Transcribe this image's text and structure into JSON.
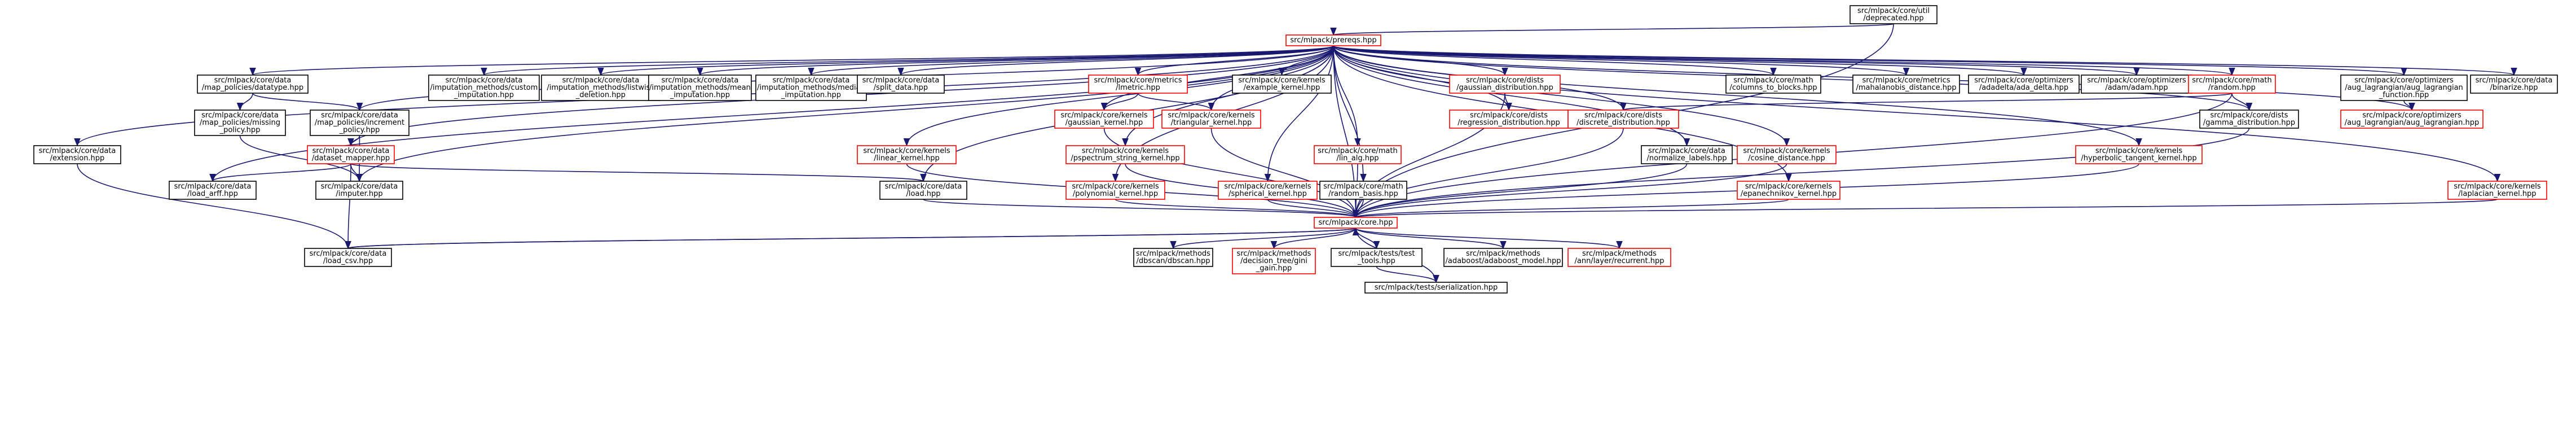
{
  "colors": {
    "black_border": "#000000",
    "red_border": "#ff0000",
    "edge_dark": "#191970",
    "root_fill": "#bfbfbf",
    "node_fill": "#ffffff"
  },
  "graph": {
    "nodes": [
      {
        "id": "deprecated",
        "lines": [
          "src/mlpack/core/util",
          "/deprecated.hpp"
        ],
        "border": "black",
        "root": true
      },
      {
        "id": "prereqs",
        "lines": [
          "src/mlpack/prereqs.hpp"
        ],
        "border": "red"
      },
      {
        "id": "extension",
        "lines": [
          "src/mlpack/core/data",
          "/extension.hpp"
        ],
        "border": "black"
      },
      {
        "id": "datatype",
        "lines": [
          "src/mlpack/core/data",
          "/map_policies/datatype.hpp"
        ],
        "border": "black"
      },
      {
        "id": "missing_policy",
        "lines": [
          "src/mlpack/core/data",
          "/map_policies/missing",
          "_policy.hpp"
        ],
        "border": "black"
      },
      {
        "id": "increment_policy",
        "lines": [
          "src/mlpack/core/data",
          "/map_policies/increment",
          "_policy.hpp"
        ],
        "border": "black"
      },
      {
        "id": "dataset_mapper",
        "lines": [
          "src/mlpack/core/data",
          "/dataset_mapper.hpp"
        ],
        "border": "red"
      },
      {
        "id": "load_arff",
        "lines": [
          "src/mlpack/core/data",
          "/load_arff.hpp"
        ],
        "border": "black"
      },
      {
        "id": "imputer",
        "lines": [
          "src/mlpack/core/data",
          "/imputer.hpp"
        ],
        "border": "black"
      },
      {
        "id": "custom_imp",
        "lines": [
          "src/mlpack/core/data",
          "/imputation_methods/custom",
          "_imputation.hpp"
        ],
        "border": "black"
      },
      {
        "id": "listwise",
        "lines": [
          "src/mlpack/core/data",
          "/imputation_methods/listwise",
          "_deletion.hpp"
        ],
        "border": "black"
      },
      {
        "id": "mean_imp",
        "lines": [
          "src/mlpack/core/data",
          "/imputation_methods/mean",
          "_imputation.hpp"
        ],
        "border": "black"
      },
      {
        "id": "median_imp",
        "lines": [
          "src/mlpack/core/data",
          "/imputation_methods/median",
          "_imputation.hpp"
        ],
        "border": "black"
      },
      {
        "id": "split_data",
        "lines": [
          "src/mlpack/core/data",
          "/split_data.hpp"
        ],
        "border": "black"
      },
      {
        "id": "load",
        "lines": [
          "src/mlpack/core/data",
          "/load.hpp"
        ],
        "border": "black"
      },
      {
        "id": "linear_kernel",
        "lines": [
          "src/mlpack/core/kernels",
          "/linear_kernel.hpp"
        ],
        "border": "red"
      },
      {
        "id": "lmetric",
        "lines": [
          "src/mlpack/core/metrics",
          "/lmetric.hpp"
        ],
        "border": "red"
      },
      {
        "id": "gaussian_kernel",
        "lines": [
          "src/mlpack/core/kernels",
          "/gaussian_kernel.hpp"
        ],
        "border": "red"
      },
      {
        "id": "triangular_kernel",
        "lines": [
          "src/mlpack/core/kernels",
          "/triangular_kernel.hpp"
        ],
        "border": "red"
      },
      {
        "id": "pspectrum",
        "lines": [
          "src/mlpack/core/kernels",
          "/pspectrum_string_kernel.hpp"
        ],
        "border": "red"
      },
      {
        "id": "polynomial",
        "lines": [
          "src/mlpack/core/kernels",
          "/polynomial_kernel.hpp"
        ],
        "border": "red"
      },
      {
        "id": "example_kernel",
        "lines": [
          "src/mlpack/core/kernels",
          "/example_kernel.hpp"
        ],
        "border": "black"
      },
      {
        "id": "spherical",
        "lines": [
          "src/mlpack/core/kernels",
          "/spherical_kernel.hpp"
        ],
        "border": "red"
      },
      {
        "id": "lin_alg",
        "lines": [
          "src/mlpack/core/math",
          "/lin_alg.hpp"
        ],
        "border": "red"
      },
      {
        "id": "random_basis",
        "lines": [
          "src/mlpack/core/math",
          "/random_basis.hpp"
        ],
        "border": "black"
      },
      {
        "id": "gaussian_dist",
        "lines": [
          "src/mlpack/core/dists",
          "/gaussian_distribution.hpp"
        ],
        "border": "red"
      },
      {
        "id": "regression_dist",
        "lines": [
          "src/mlpack/core/dists",
          "/regression_distribution.hpp"
        ],
        "border": "red"
      },
      {
        "id": "discrete_dist",
        "lines": [
          "src/mlpack/core/dists",
          "/discrete_distribution.hpp"
        ],
        "border": "red"
      },
      {
        "id": "normalize_labels",
        "lines": [
          "src/mlpack/core/data",
          "/normalize_labels.hpp"
        ],
        "border": "black"
      },
      {
        "id": "columns_to_blocks",
        "lines": [
          "src/mlpack/core/math",
          "/columns_to_blocks.hpp"
        ],
        "border": "black"
      },
      {
        "id": "cosine_distance",
        "lines": [
          "src/mlpack/core/kernels",
          "/cosine_distance.hpp"
        ],
        "border": "red"
      },
      {
        "id": "epanechnikov",
        "lines": [
          "src/mlpack/core/kernels",
          "/epanechnikov_kernel.hpp"
        ],
        "border": "red"
      },
      {
        "id": "mahalanobis",
        "lines": [
          "src/mlpack/core/metrics",
          "/mahalanobis_distance.hpp"
        ],
        "border": "black"
      },
      {
        "id": "ada_delta",
        "lines": [
          "src/mlpack/core/optimizers",
          "/adadelta/ada_delta.hpp"
        ],
        "border": "black"
      },
      {
        "id": "adam",
        "lines": [
          "src/mlpack/core/optimizers",
          "/adam/adam.hpp"
        ],
        "border": "black"
      },
      {
        "id": "random",
        "lines": [
          "src/mlpack/core/math",
          "/random.hpp"
        ],
        "border": "red"
      },
      {
        "id": "hyperbolic",
        "lines": [
          "src/mlpack/core/kernels",
          "/hyperbolic_tangent_kernel.hpp"
        ],
        "border": "red"
      },
      {
        "id": "gamma_dist",
        "lines": [
          "src/mlpack/core/dists",
          "/gamma_distribution.hpp"
        ],
        "border": "black"
      },
      {
        "id": "aug_lagrangian_function",
        "lines": [
          "src/mlpack/core/optimizers",
          "/aug_lagrangian/aug_lagrangian",
          "_function.hpp"
        ],
        "border": "black"
      },
      {
        "id": "aug_lagrangian",
        "lines": [
          "src/mlpack/core/optimizers",
          "/aug_lagrangian/aug_lagrangian.hpp"
        ],
        "border": "red"
      },
      {
        "id": "binarize",
        "lines": [
          "src/mlpack/core/data",
          "/binarize.hpp"
        ],
        "border": "black"
      },
      {
        "id": "laplacian",
        "lines": [
          "src/mlpack/core/kernels",
          "/laplacian_kernel.hpp"
        ],
        "border": "red"
      },
      {
        "id": "core",
        "lines": [
          "src/mlpack/core.hpp"
        ],
        "border": "red"
      },
      {
        "id": "load_csv",
        "lines": [
          "src/mlpack/core/data",
          "/load_csv.hpp"
        ],
        "border": "black"
      },
      {
        "id": "dbscan",
        "lines": [
          "src/mlpack/methods",
          "/dbscan/dbscan.hpp"
        ],
        "border": "black"
      },
      {
        "id": "gini_gain",
        "lines": [
          "src/mlpack/methods",
          "/decision_tree/gini",
          "_gain.hpp"
        ],
        "border": "red"
      },
      {
        "id": "test_tools",
        "lines": [
          "src/mlpack/tests/test",
          "_tools.hpp"
        ],
        "border": "black"
      },
      {
        "id": "adaboost_model",
        "lines": [
          "src/mlpack/methods",
          "/adaboost/adaboost_model.hpp"
        ],
        "border": "black"
      },
      {
        "id": "recurrent",
        "lines": [
          "src/mlpack/methods",
          "/ann/layer/recurrent.hpp"
        ],
        "border": "red"
      },
      {
        "id": "serialization",
        "lines": [
          "src/mlpack/tests/serialization.hpp"
        ],
        "border": "black"
      }
    ]
  }
}
